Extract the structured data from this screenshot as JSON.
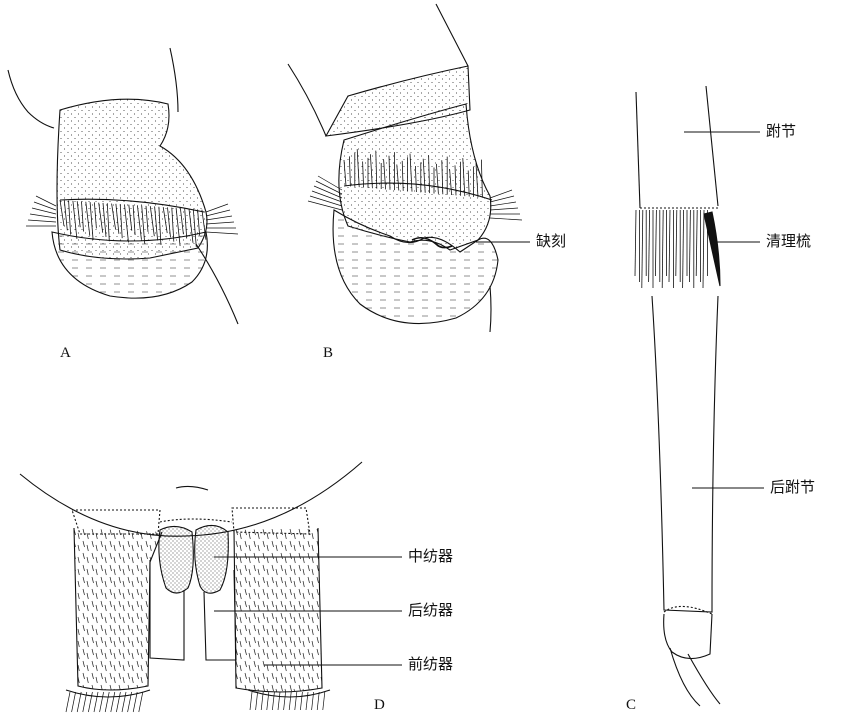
{
  "panels": {
    "a": {
      "letter": "A"
    },
    "b": {
      "letter": "B",
      "labels": {
        "notch": "缺刻"
      }
    },
    "c": {
      "letter": "C",
      "labels": {
        "tarsus": "跗节",
        "comb": "清理梳",
        "hind_tarsus": "后跗节"
      }
    },
    "d": {
      "letter": "D",
      "labels": {
        "middle_spinneret": "中纺器",
        "posterior_spinneret": "后纺器",
        "anterior_spinneret": "前纺器"
      }
    }
  },
  "colors": {
    "ink": "#111111",
    "background": "#ffffff"
  }
}
